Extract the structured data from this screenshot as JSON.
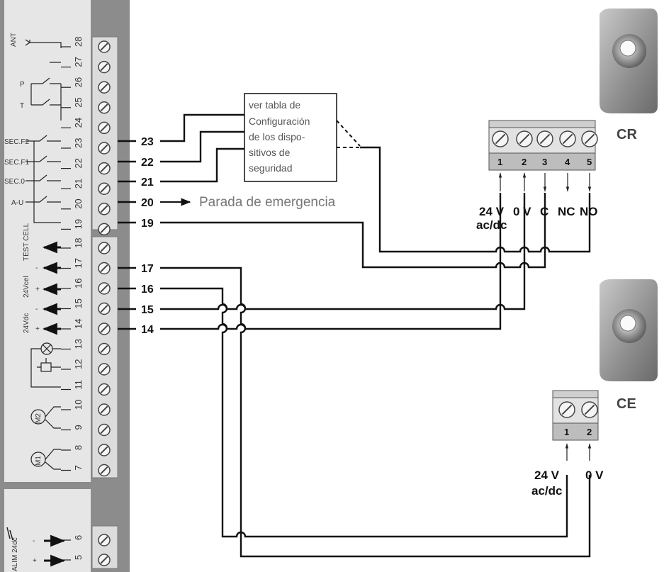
{
  "panel": {
    "upper_pins": [
      "28",
      "27",
      "26",
      "25",
      "24",
      "23",
      "22",
      "21",
      "20",
      "19"
    ],
    "lower_pins": [
      "18",
      "17",
      "16",
      "15",
      "14",
      "13",
      "12",
      "11",
      "10",
      "9",
      "8",
      "7"
    ],
    "bottom_pins": [
      "6",
      "5"
    ],
    "labels": {
      "ant": "ANT",
      "p": "P",
      "t": "T",
      "sec_f2": "SEC.F2",
      "sec_f1": "SEC.F1",
      "sec_0": "SEC.0",
      "a_u": "A-U",
      "test_cell": "TEST CELL",
      "cell_supply": "24Vcel",
      "dc_supply": "24Vdc",
      "alim": "ALIM 24dc",
      "m1": "M1",
      "m2": "M2",
      "minus": "-",
      "plus": "+"
    }
  },
  "external_labels": [
    "23",
    "22",
    "21",
    "20",
    "19",
    "17",
    "16",
    "15",
    "14"
  ],
  "note_box": [
    "ver tabla de",
    "Configuración",
    "de los dispo-",
    "sitivos de",
    "seguridad"
  ],
  "emergency_label": "Parada de emergencia",
  "cr": {
    "name": "CR",
    "pins": [
      "1",
      "2",
      "3",
      "4",
      "5"
    ],
    "signals": [
      "24 V",
      "0 V",
      "C",
      "NC",
      "NO"
    ],
    "sub": "ac/dc"
  },
  "ce": {
    "name": "CE",
    "pins": [
      "1",
      "2"
    ],
    "signals": [
      "24 V",
      "0 V"
    ],
    "sub": "ac/dc"
  },
  "colors": {
    "panel_dark": "#8c8c8c",
    "panel_light": "#e6e6e6",
    "terminal_strip": "#dcdcdc",
    "wire": "#111111",
    "device_body": "#9a9a9a"
  }
}
